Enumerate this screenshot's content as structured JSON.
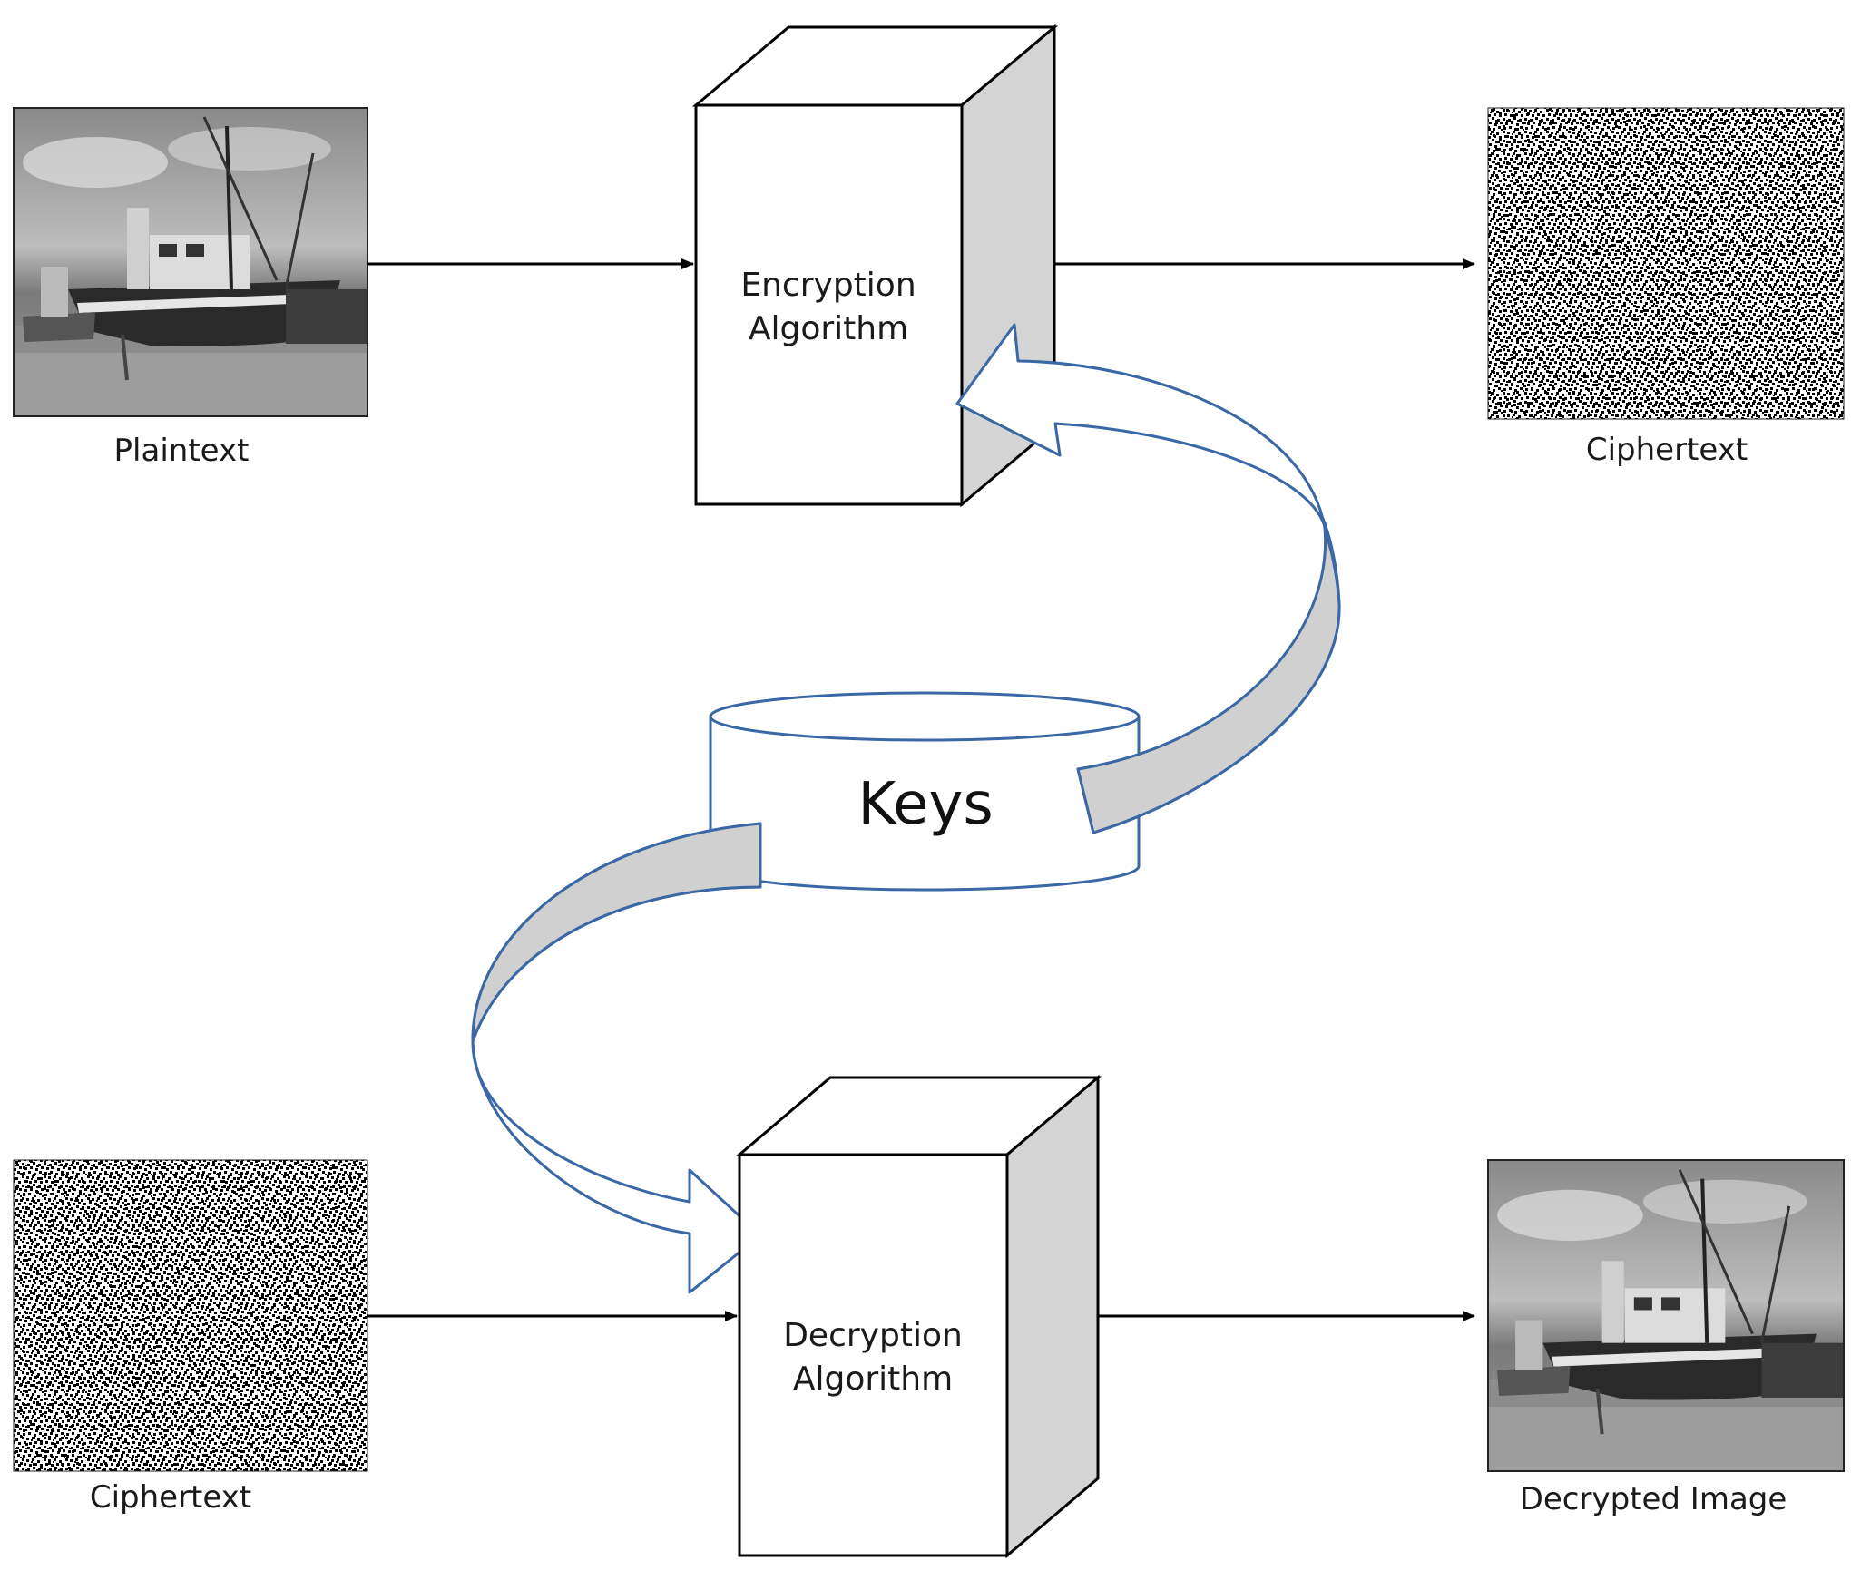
{
  "encryption": {
    "box_line1": "Encryption",
    "box_line2": "Algorithm",
    "input_label": "Plaintext",
    "output_label": "Ciphertext"
  },
  "decryption": {
    "box_line1": "Decryption",
    "box_line2": "Algorithm",
    "input_label": "Ciphertext",
    "output_label": "Decrypted Image"
  },
  "keys": {
    "label": "Keys"
  },
  "colors": {
    "stroke": "#000000",
    "box_side": "#d4d4d4",
    "key_arrow_stroke": "#3a67a5",
    "key_arrow_fill": "#d0d0d0"
  }
}
